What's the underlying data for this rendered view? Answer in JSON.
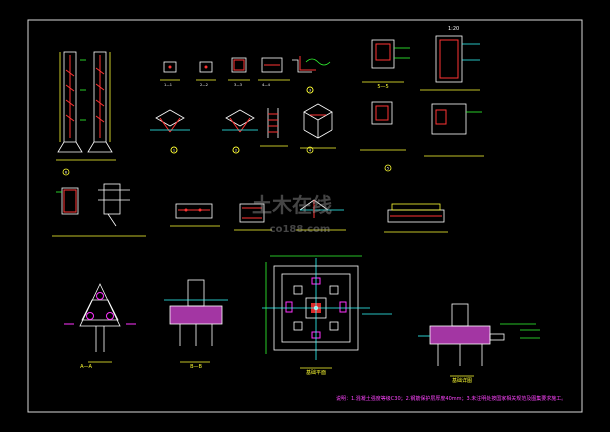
{
  "watermark": {
    "cn": "土木在线",
    "url": "co188.com"
  },
  "labels": {
    "section_1_1": "1—1",
    "section_2_2": "2—2",
    "section_3_3": "3—3",
    "section_4_4": "4—4",
    "section_5_5": "5—5",
    "section_a_a": "A—A",
    "section_b_b": "B—B",
    "plan_1": "基础平面",
    "plan_2": "基础详图"
  },
  "detail_markers": [
    "1",
    "2",
    "3",
    "4",
    "5",
    "6"
  ],
  "dimension_annotation": "1:20",
  "notes": {
    "line1": "说明：1.混凝土强度等级C30；2.钢筋保护层厚度40mm；3.未注明处按国家相关规范及图集要求施工。"
  }
}
